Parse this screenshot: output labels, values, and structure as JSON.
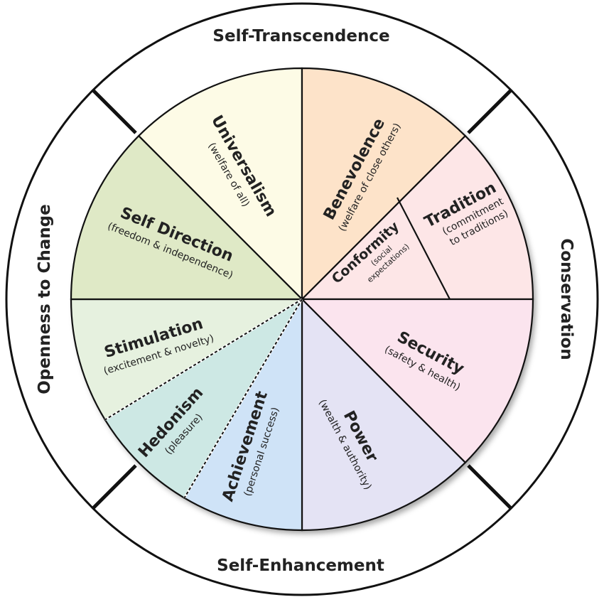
{
  "outer_labels": {
    "top": "Self-Transcendence",
    "bottom": "Self-Enhancement",
    "left": "Openness to Change",
    "right": "Conservation"
  },
  "values": {
    "universalism": {
      "name": "Universalism",
      "desc": "(welfare of all)",
      "color": "#fdfbe6"
    },
    "benevolence": {
      "name": "Benevolence",
      "desc": "(welfare of close others)",
      "color": "#fde3c9"
    },
    "tradition": {
      "name": "Tradition",
      "desc1": "(commitment",
      "desc2": "to traditions)",
      "color": "#fde6e7"
    },
    "conformity": {
      "name": "Conformity",
      "desc1": "(social",
      "desc2": "expectations)",
      "color": "#fde6e7"
    },
    "security": {
      "name": "Security",
      "desc": "(safety & health)",
      "color": "#fbe4ee"
    },
    "power": {
      "name": "Power",
      "desc": "(wealth & authority)",
      "color": "#e4e3f4"
    },
    "achievement": {
      "name": "Achievement",
      "desc": "(personal success)",
      "color": "#cfe3f7"
    },
    "hedonism": {
      "name": "Hedonism",
      "desc": "(pleasure)",
      "color": "#cde8e4"
    },
    "stimulation": {
      "name": "Stimulation",
      "desc": "(excitement & novelty)",
      "color": "#e6f1df"
    },
    "self_direction": {
      "name": "Self Direction",
      "desc": "(freedom & independence)",
      "color": "#dfe9c6"
    }
  }
}
